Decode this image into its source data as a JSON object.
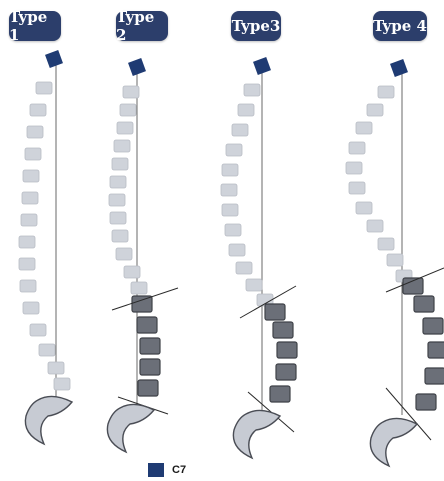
{
  "figure": {
    "types": [
      {
        "label": "Type 1"
      },
      {
        "label": "Type 2"
      },
      {
        "label": "Type3"
      },
      {
        "label": "Type 4"
      }
    ],
    "legend": {
      "label": "C7"
    },
    "colors": {
      "pill": "#2c3e6b",
      "c7": "#1f3b73",
      "light_vertebra": "#cfd3da",
      "lumbar_vertebra": "#6b6f78",
      "sacrum_fill": "#c7cbd3",
      "sacrum_stroke": "#4a4d55",
      "plumb_line": "#6a6a6a"
    }
  }
}
